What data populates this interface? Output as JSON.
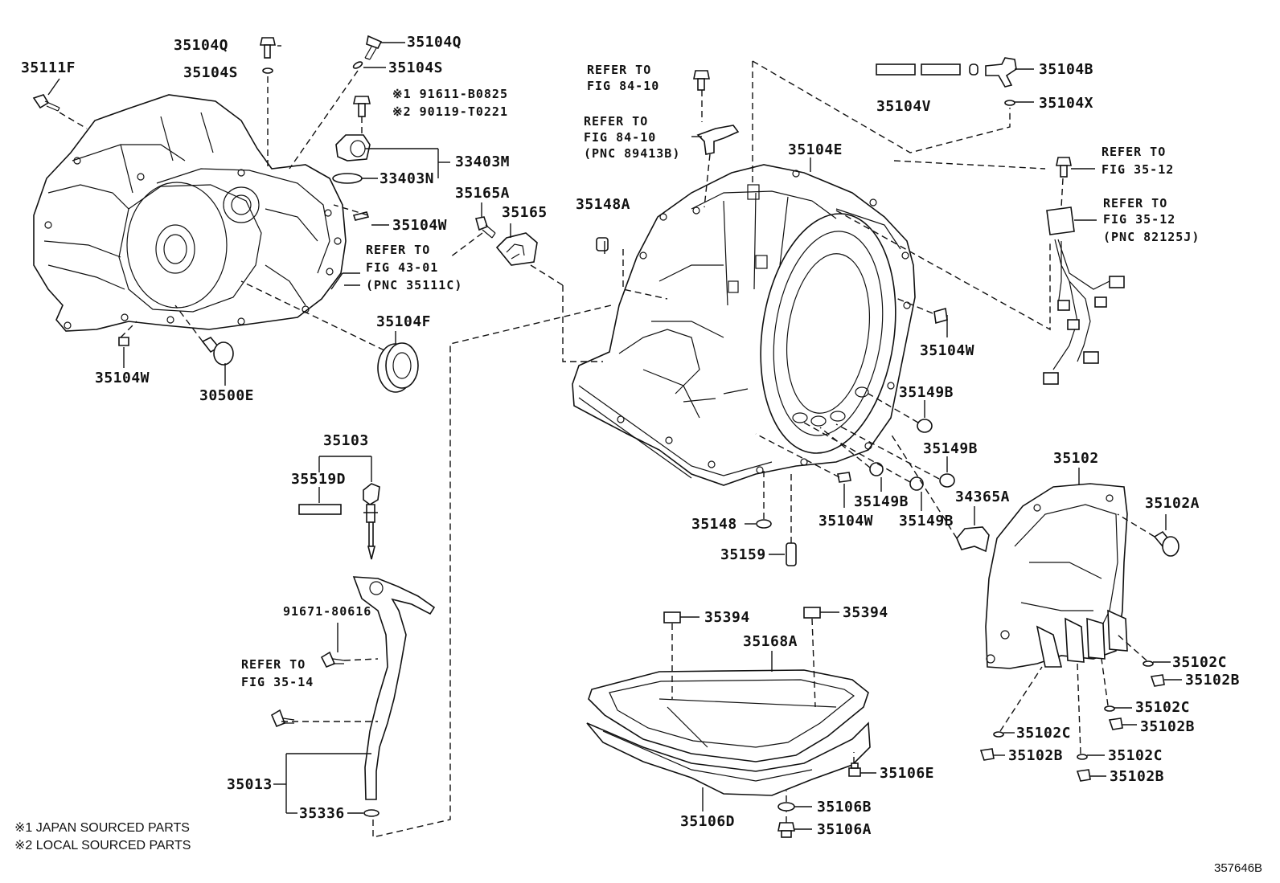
{
  "labels": {
    "p35111F": "35111F",
    "p35104Q_a": "35104Q",
    "p35104S_a": "35104S",
    "p35104Q_b": "35104Q",
    "p35104S_b": "35104S",
    "n91611": "※1  91611-B0825",
    "n90119": "※2  90119-T0221",
    "p33403M": "33403M",
    "p33403N": "33403N",
    "p35165A": "35165A",
    "p35165": "35165",
    "p35104W_a": "35104W",
    "ref43_1": "REFER TO",
    "ref43_2": "FIG 43-01",
    "ref43_3": "(PNC 35111C)",
    "p35104F": "35104F",
    "p35104W_b": "35104W",
    "p30500E": "30500E",
    "p35103": "35103",
    "p35519D": "35519D",
    "ref84a_1": "REFER TO",
    "ref84a_2": "FIG 84-10",
    "ref84b_1": "REFER TO",
    "ref84b_2": "FIG 84-10",
    "ref84b_3": "(PNC 89413B)",
    "p35148A": "35148A",
    "p35104E": "35104E",
    "p35104V": "35104V",
    "p35104B": "35104B",
    "p35104X": "35104X",
    "ref3512a_1": "REFER TO",
    "ref3512a_2": "FIG 35-12",
    "ref3512b_1": "REFER TO",
    "ref3512b_2": "FIG 35-12",
    "ref3512b_3": "(PNC 82125J)",
    "p35104W_c": "35104W",
    "p35149B_a": "35149B",
    "p35149B_b": "35149B",
    "p35149B_c": "35149B",
    "p35149B_d": "35149B",
    "p35148": "35148",
    "p35104W_d": "35104W",
    "p35159": "35159",
    "p34365A": "34365A",
    "p35102": "35102",
    "p35102A": "35102A",
    "n91671": "91671-80616",
    "ref3514_1": "REFER TO",
    "ref3514_2": "FIG 35-14",
    "p35394_a": "35394",
    "p35394_b": "35394",
    "p35168A": "35168A",
    "p35102C_a": "35102C",
    "p35102B_a": "35102B",
    "p35102C_b": "35102C",
    "p35102B_b": "35102B",
    "p35102C_c": "35102C",
    "p35102B_c": "35102B",
    "p35102C_d": "35102C",
    "p35102B_d": "35102B",
    "p35106E": "35106E",
    "p35013": "35013",
    "p35106B": "35106B",
    "p35336": "35336",
    "p35106D": "35106D",
    "p35106A": "35106A"
  },
  "notes": {
    "japan": "※1 JAPAN SOURCED PARTS",
    "local": "※2 LOCAL SOURCED PARTS"
  },
  "figure_code": "357646B"
}
